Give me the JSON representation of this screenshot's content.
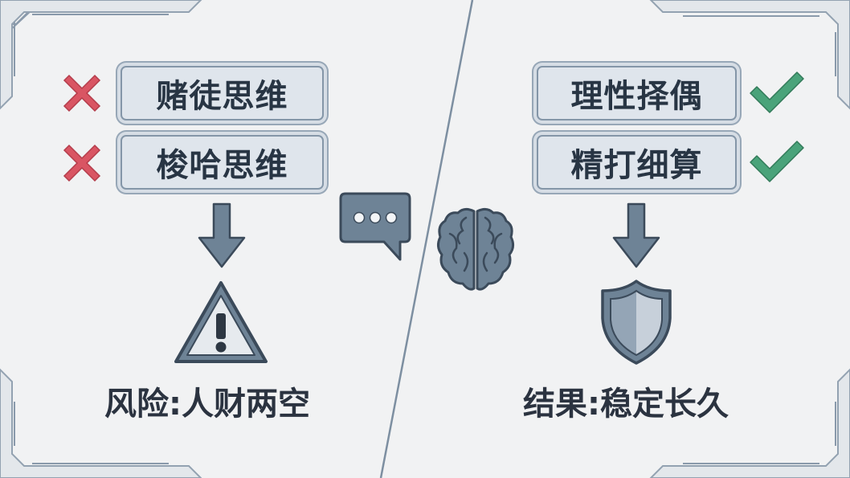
{
  "left": {
    "items": [
      {
        "label": "赌徒思维",
        "mark": "cross-icon"
      },
      {
        "label": "梭哈思维",
        "mark": "cross-icon"
      }
    ],
    "arrow_icon": "arrow-down-icon",
    "warning_icon": "warning-triangle-icon",
    "result": "风险:人财两空"
  },
  "right": {
    "items": [
      {
        "label": "理性择偶",
        "mark": "check-icon"
      },
      {
        "label": "精打细算",
        "mark": "check-icon"
      }
    ],
    "arrow_icon": "arrow-down-icon",
    "shield_icon": "shield-icon",
    "result": "结果:稳定长久"
  },
  "center": {
    "chat_icon": "chat-bubble-icon",
    "brain_icon": "brain-icon"
  },
  "colors": {
    "cross": "#d95563",
    "check": "#4aa37a",
    "icon": "#6e8396",
    "icon_stroke": "#3b4a5a",
    "pill_bg": "#dfe5ec",
    "frame": "#8a9aab"
  }
}
